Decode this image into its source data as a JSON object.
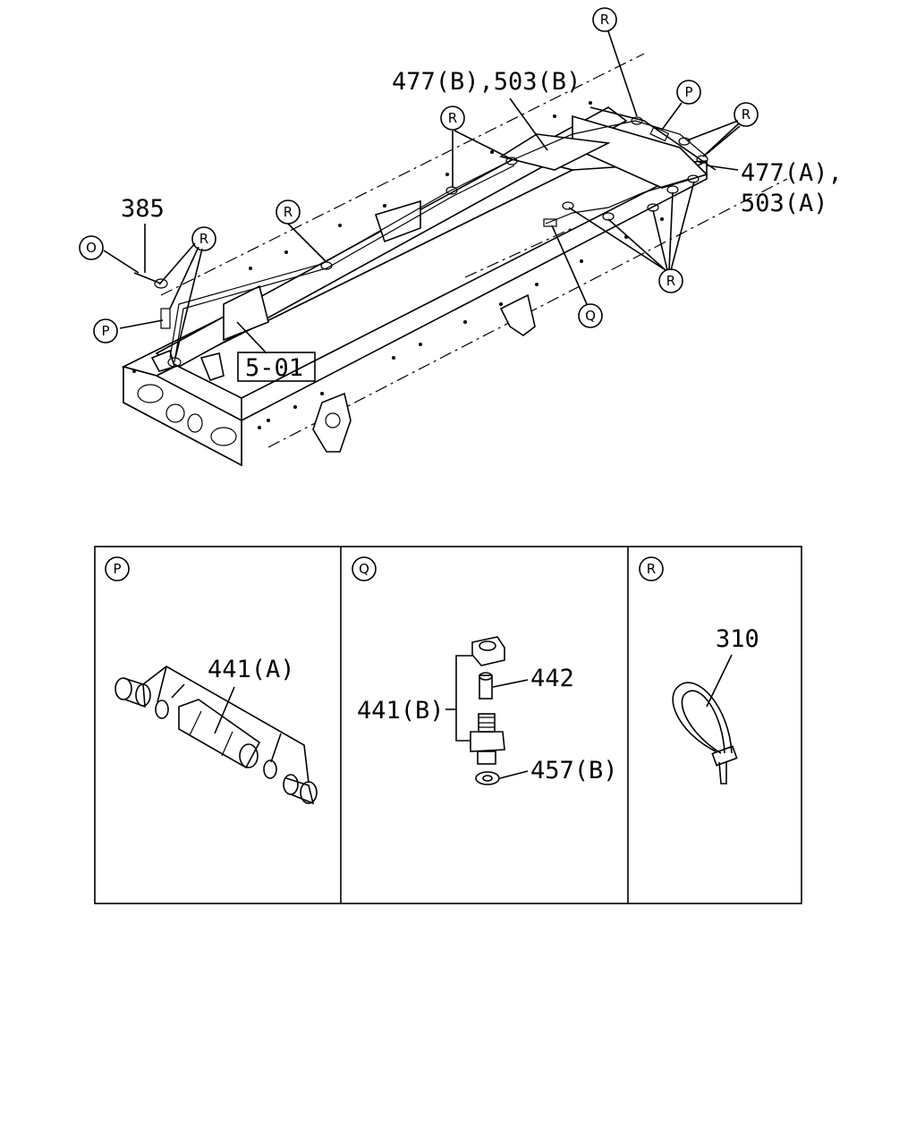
{
  "diagram": {
    "callouts": {
      "c385": "385",
      "c477b": "477(B),503(B)",
      "c477a_1": "477(A),",
      "c477a_2": "503(A)",
      "c501": "5-01",
      "c441a": "441(A)",
      "c441b": "441(B)",
      "c442": "442",
      "c457b": "457(B)",
      "c310": "310"
    },
    "circle_labels": {
      "O": "O",
      "P": "P",
      "Q": "Q",
      "R": "R"
    },
    "panels": [
      {
        "id": "P",
        "label": "P"
      },
      {
        "id": "Q",
        "label": "Q"
      },
      {
        "id": "R",
        "label": "R"
      }
    ]
  }
}
